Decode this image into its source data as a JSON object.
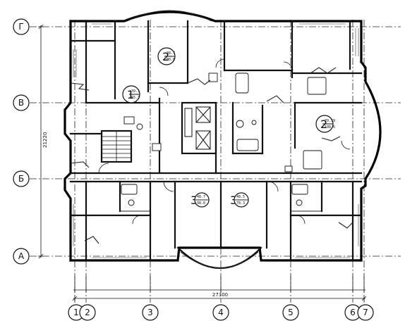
{
  "axes": {
    "horizontal": [
      {
        "label": "Г"
      },
      {
        "label": "В"
      },
      {
        "label": "Б"
      },
      {
        "label": "А"
      }
    ],
    "vertical": [
      {
        "label": "1"
      },
      {
        "label": "2"
      },
      {
        "label": "3"
      },
      {
        "label": "4"
      },
      {
        "label": "5"
      },
      {
        "label": "6"
      },
      {
        "label": "7"
      }
    ]
  },
  "dimensions": {
    "overall_width": "27300",
    "overall_height": "21220"
  },
  "apartments": [
    {
      "rooms": "2",
      "area_top": "38.7",
      "area_bottom": "80.6"
    },
    {
      "rooms": "1",
      "area_top": "39.1",
      "area_bottom": "65.3"
    },
    {
      "rooms": "2",
      "area_top": "70.59",
      "area_bottom": "108.6"
    },
    {
      "rooms": "3",
      "area_top": "48.7",
      "area_bottom": "98.8"
    },
    {
      "rooms": "3",
      "area_top": "48.5",
      "area_bottom": "78.3"
    }
  ]
}
